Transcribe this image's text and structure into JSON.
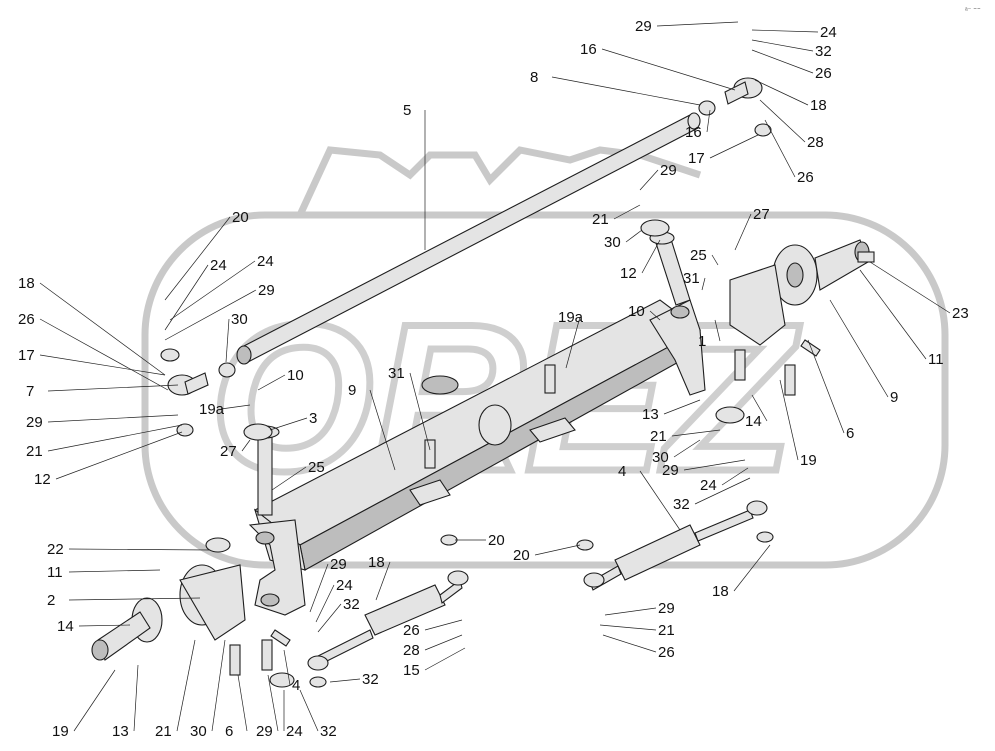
{
  "watermark_text": "OREZ",
  "corner_mark": "ᵃ⁻ ⁼⁼",
  "labels": [
    "29",
    "24",
    "32",
    "26",
    "18",
    "28",
    "26",
    "16",
    "8",
    "16",
    "17",
    "5",
    "29",
    "21",
    "30",
    "27",
    "12",
    "25",
    "31",
    "10",
    "23",
    "11",
    "9",
    "6",
    "19a",
    "1",
    "13",
    "14",
    "19",
    "21",
    "30",
    "29",
    "24",
    "32",
    "4",
    "20",
    "20",
    "18",
    "29",
    "21",
    "26",
    "29",
    "24",
    "32",
    "18",
    "26",
    "28",
    "15",
    "18",
    "26",
    "17",
    "7",
    "29",
    "21",
    "12",
    "30",
    "10",
    "19a",
    "3",
    "27",
    "25",
    "31",
    "9",
    "22",
    "11",
    "2",
    "14",
    "19",
    "13",
    "21",
    "30",
    "6",
    "29",
    "24",
    "32",
    "4",
    "32",
    "24",
    "29",
    "20",
    "24"
  ]
}
